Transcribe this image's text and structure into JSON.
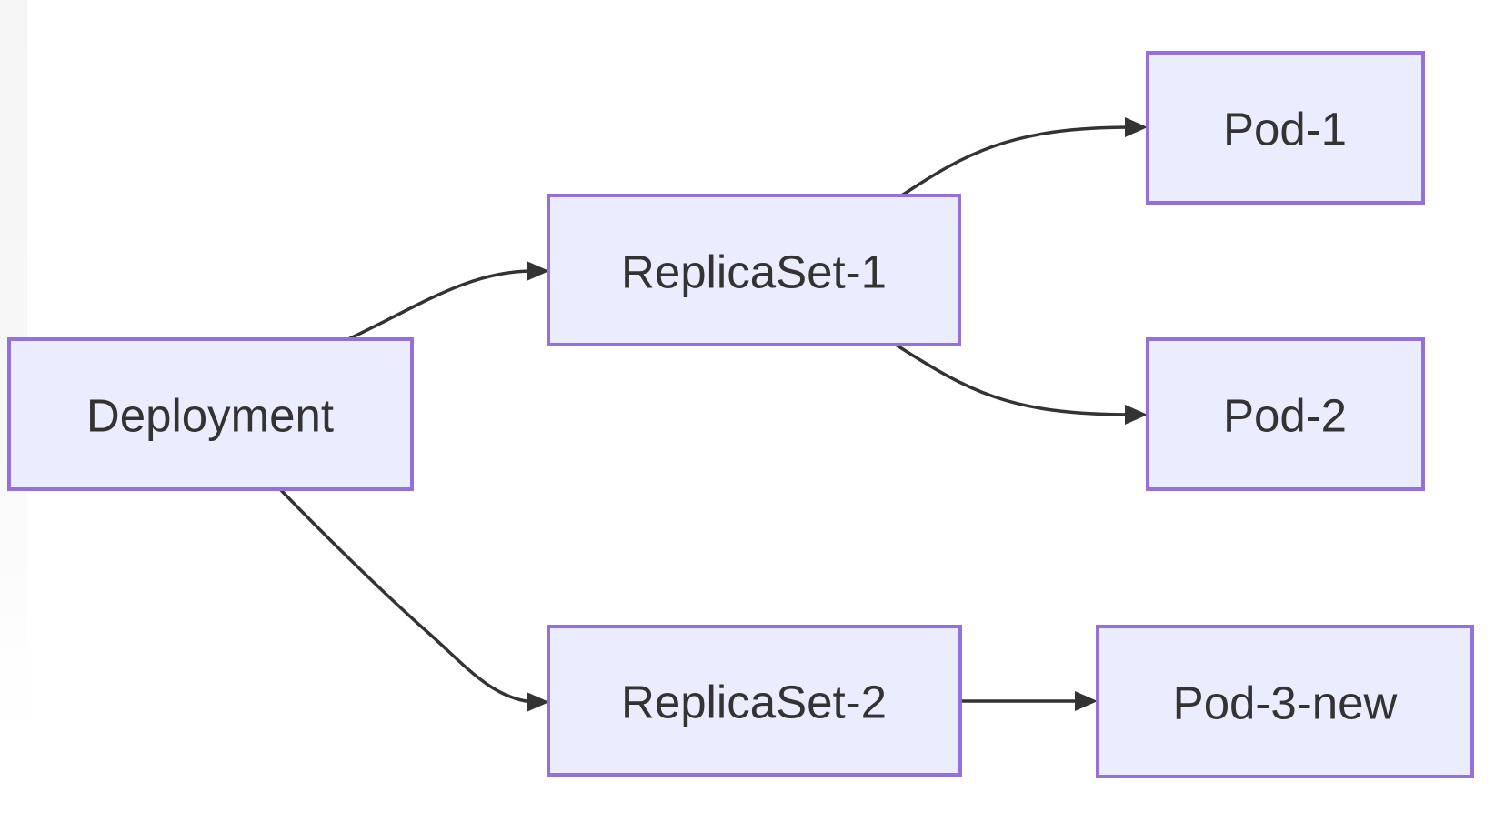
{
  "diagram": {
    "type": "flowchart",
    "direction": "LR",
    "nodes": [
      {
        "id": "deployment",
        "label": "Deployment"
      },
      {
        "id": "replicaset-1",
        "label": "ReplicaSet-1"
      },
      {
        "id": "replicaset-2",
        "label": "ReplicaSet-2"
      },
      {
        "id": "pod-1",
        "label": "Pod-1"
      },
      {
        "id": "pod-2",
        "label": "Pod-2"
      },
      {
        "id": "pod-3-new",
        "label": "Pod-3-new"
      }
    ],
    "edges": [
      {
        "from": "Deployment",
        "to": "ReplicaSet-1"
      },
      {
        "from": "Deployment",
        "to": "ReplicaSet-2"
      },
      {
        "from": "ReplicaSet-1",
        "to": "Pod-1"
      },
      {
        "from": "ReplicaSet-1",
        "to": "Pod-2"
      },
      {
        "from": "ReplicaSet-2",
        "to": "Pod-3-new"
      }
    ],
    "colors": {
      "node_fill": "#ECECFF",
      "node_border": "#9370DB",
      "edge": "#333333",
      "text": "#333333",
      "background": "#FFFFFF"
    }
  }
}
